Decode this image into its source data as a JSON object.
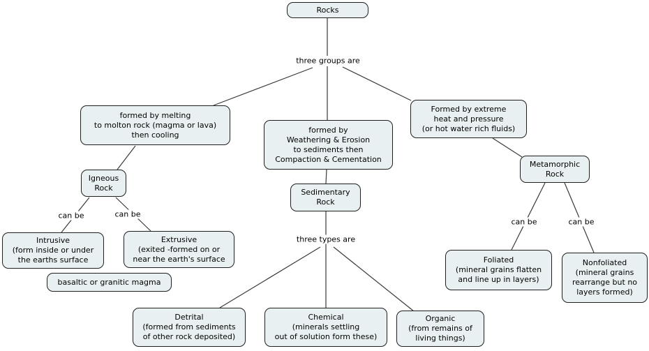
{
  "nodes": {
    "rocks": "Rocks",
    "igneous_process": "formed by melting\nto molton rock (magma or lava)\nthen cooling",
    "igneous_rock": "Igneous\nRock",
    "intrusive": "Intrusive\n(form inside or under\nthe earths surface",
    "extrusive": "Extrusive\n(exited -formed on or\nnear the earth's surface",
    "basaltic": "basaltic or granitic magma",
    "sedimentary_process": "formed by\nWeathering & Erosion\nto sediments then\nCompaction & Cementation",
    "sedimentary_rock": "Sedimentary\nRock",
    "detrital": "Detrital\n(formed from sediments\nof other rock deposited)",
    "chemical": "Chemical\n(minerals settling\nout of solution form these)",
    "organic": "Organic\n(from remains of\nliving things)",
    "metamorphic_process": "Formed by extreme\nheat and pressure\n(or hot water rich fluids)",
    "metamorphic_rock": "Metamorphic\nRock",
    "foliated": "Foliated\n(mineral grains flatten\nand line up in layers)",
    "nonfoliated": "Nonfoliated\n(mineral grains\nrearrange but no\nlayers formed)"
  },
  "edge_labels": {
    "three_groups": "three groups are",
    "can_be_igneous_1": "can be",
    "can_be_igneous_2": "can be",
    "three_types": "three types are",
    "can_be_meta_1": "can be",
    "can_be_meta_2": "can be"
  },
  "colors": {
    "node_fill": "#e9f0f2",
    "node_border": "#1f1f1f",
    "line": "#3a3a3a",
    "background": "#ffffff"
  }
}
